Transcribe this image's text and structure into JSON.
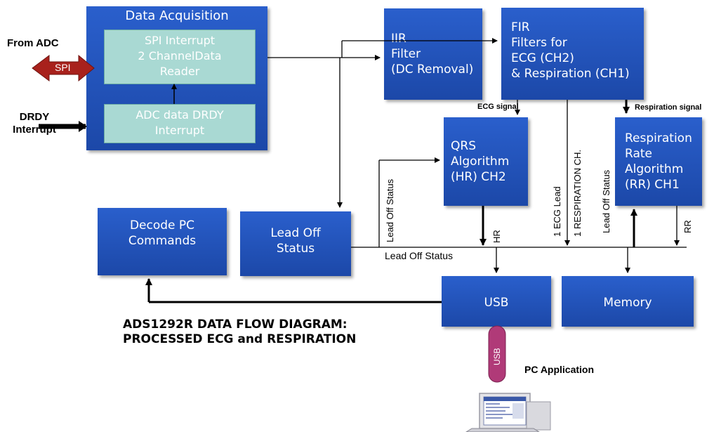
{
  "labels": {
    "from_adc": "From ADC",
    "spi": "SPI",
    "drdy_interrupt": "DRDY\nInterrupt",
    "ecg_signal": "ECG  signal",
    "respiration_signal": "Respiration signal",
    "lead_off_status_h": "Lead Off Status",
    "lead_off_status_v1": "Lead Off Status",
    "lead_off_status_v2": "Lead Off Status",
    "hr": "HR",
    "one_ecg_lead": "1 ECG Lead",
    "one_resp_ch": "1 RESPIRATION CH.",
    "rr": "RR",
    "usb_connector": "USB",
    "pc_application": "PC Application",
    "title_line1": "ADS1292R DATA FLOW DIAGRAM:",
    "title_line2": "PROCESSED  ECG and RESPIRATION"
  },
  "blocks": {
    "data_acq_title": "Data Acquisition",
    "spi_reader": "SPI Interrupt\n2 ChannelData\nReader",
    "adc_drdy": "ADC data DRDY\nInterrupt",
    "iir": "IIR\nFilter\n(DC Removal)",
    "fir": "FIR\nFilters  for\nECG  (CH2)\n& Respiration (CH1)",
    "qrs": "QRS\nAlgorithm\n(HR) CH2",
    "resp_rate": "Respiration\nRate\nAlgorithm\n(RR) CH1",
    "decode_pc": "Decode PC\nCommands",
    "lead_off": "Lead Off\nStatus",
    "usb": "USB",
    "memory": "Memory"
  },
  "colors": {
    "block_blue": "#1f4fb5",
    "inner_teal": "#a9d9d3",
    "spi_arrow": "#a8211c",
    "usb_connector": "#b03a78"
  }
}
